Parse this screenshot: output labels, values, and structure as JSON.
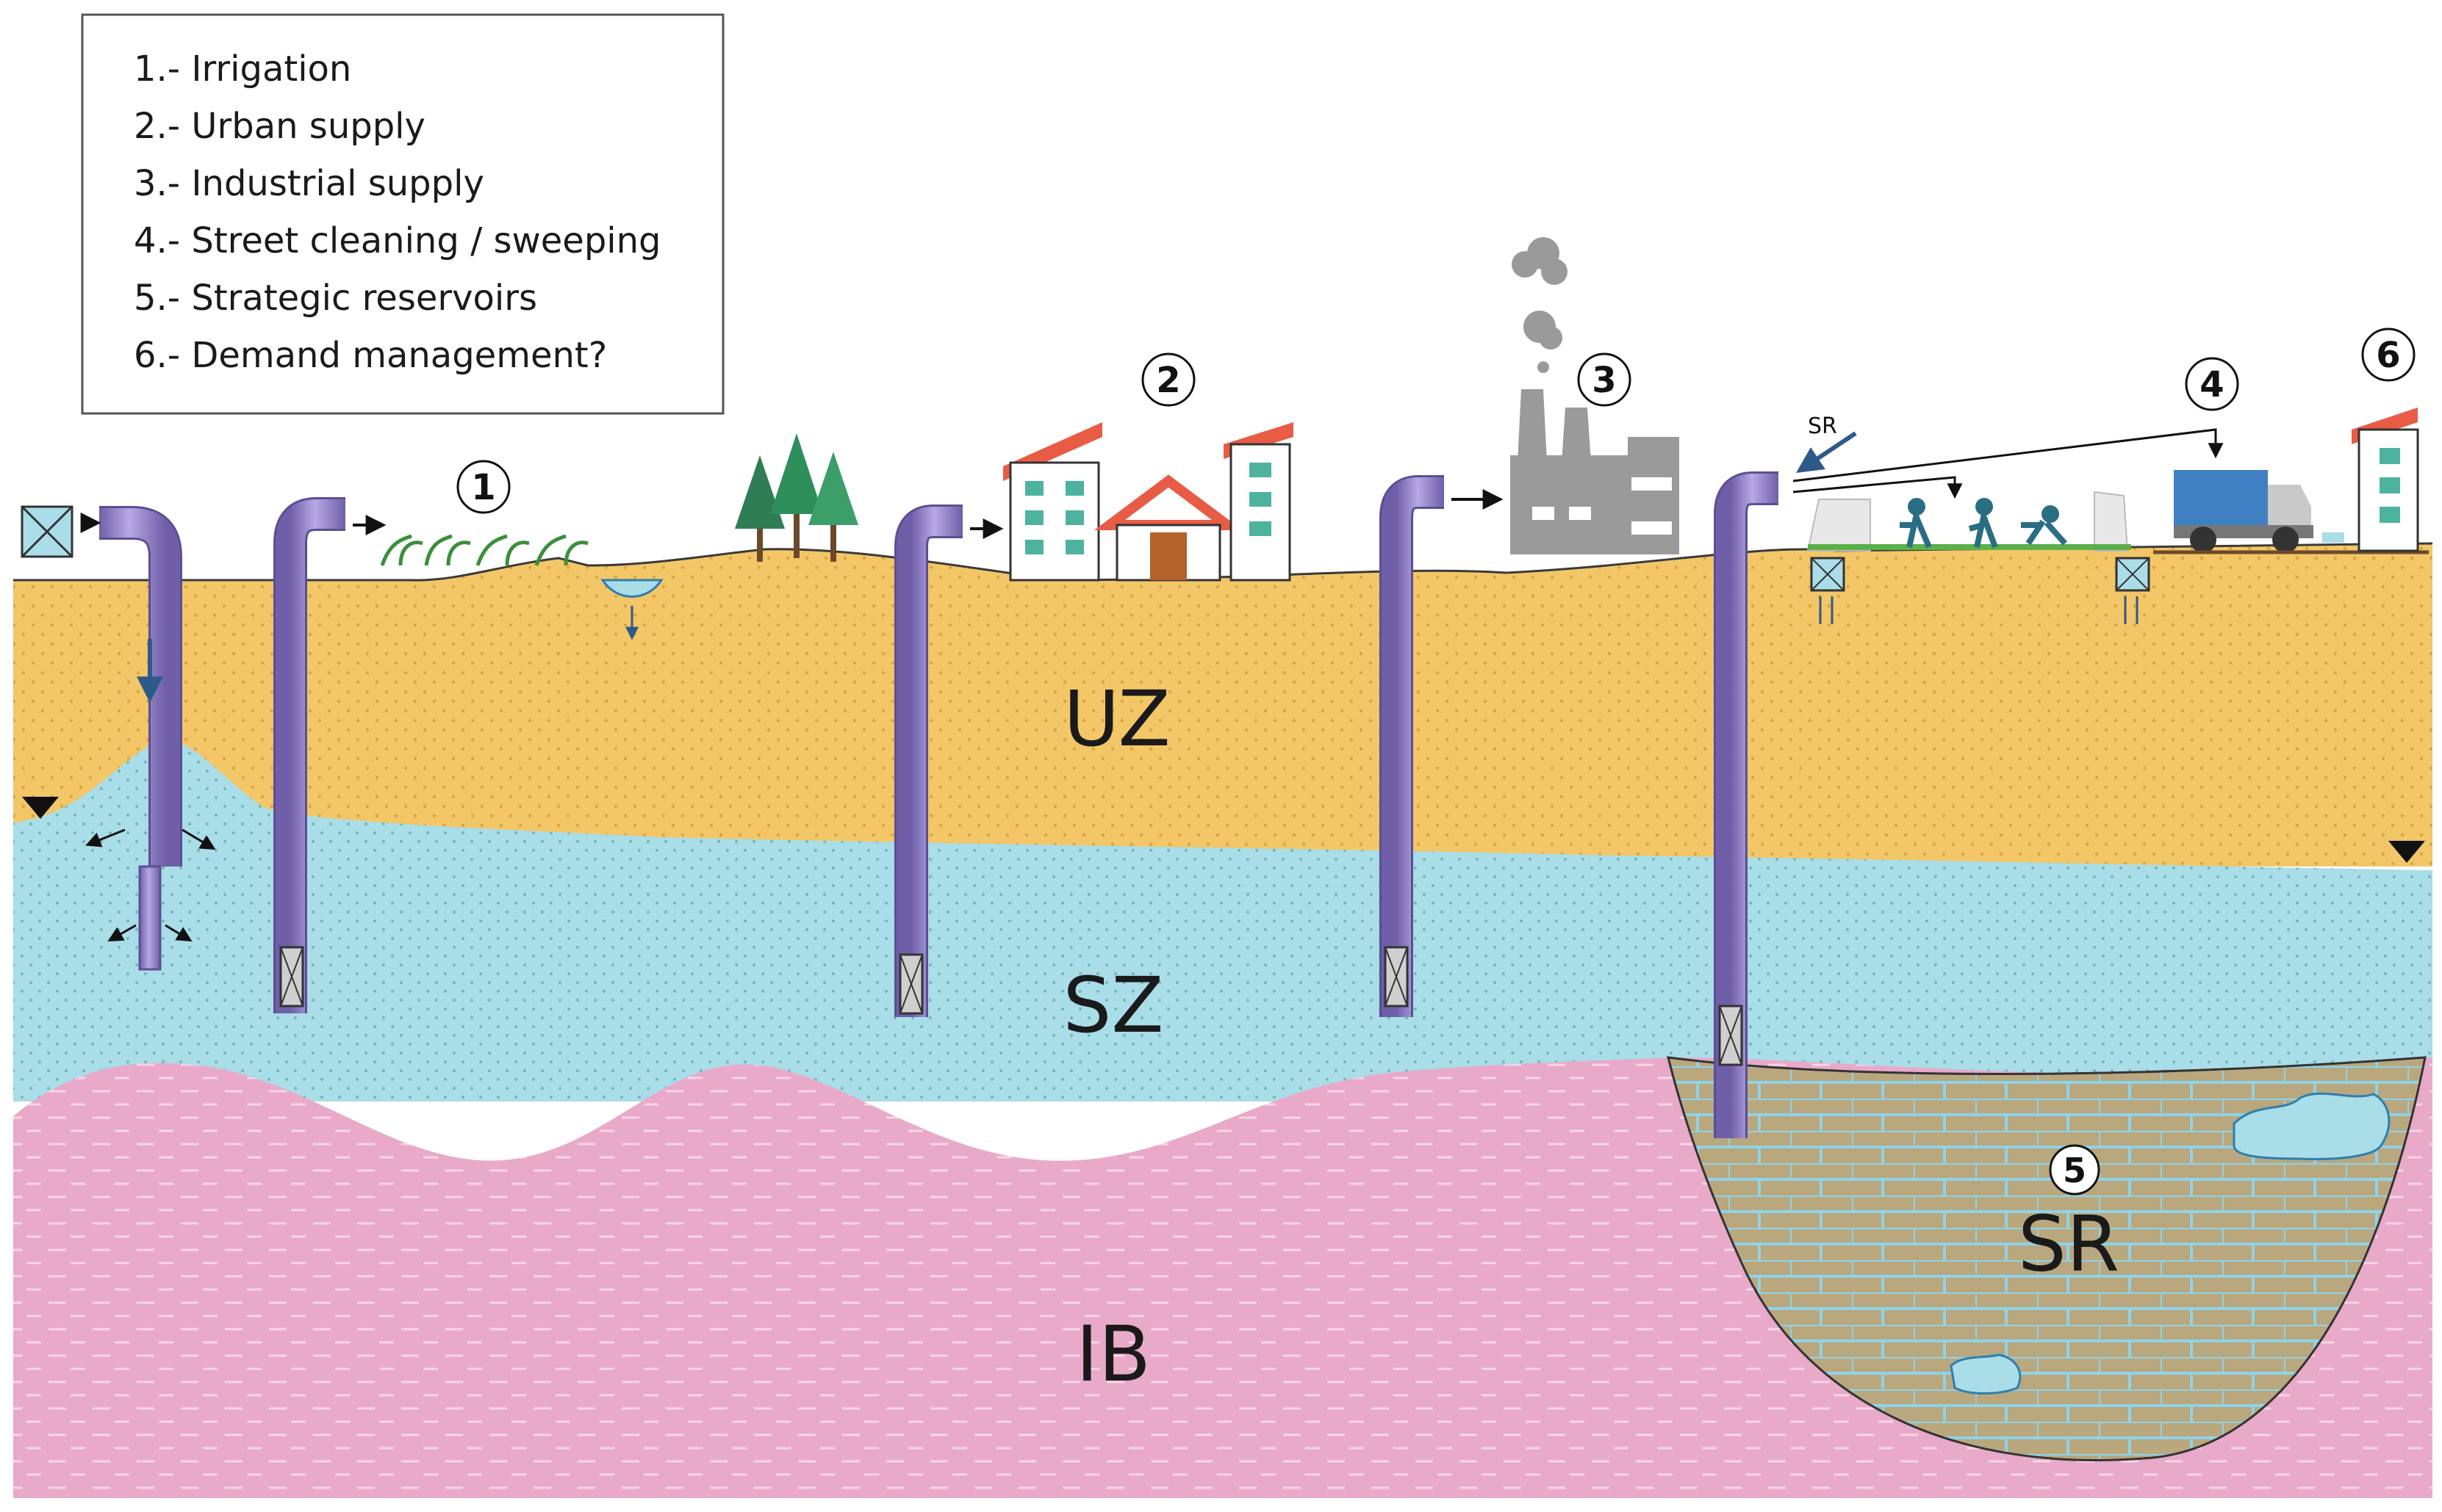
{
  "legend": {
    "items": [
      "1.-  Irrigation",
      "2.- Urban supply",
      "3.- Industrial supply",
      "4.- Street cleaning / sweeping",
      "5.- Strategic reservoirs",
      "6.- Demand management?"
    ]
  },
  "zones": {
    "uz": "UZ",
    "sz": "SZ",
    "ib": "IB",
    "sr": "SR"
  },
  "markers": [
    "1",
    "2",
    "3",
    "4",
    "5",
    "6"
  ],
  "sr_arrow_label": "SR",
  "colors": {
    "uz": "#F3C667",
    "sz": "#A9DDE8",
    "ib": "#E9A9C9",
    "sr": "#B9A77E",
    "pipe": "#8E7FC6",
    "roof": "#E85B45",
    "factory": "#9A9A9A",
    "truck": "#3F80C2",
    "water_arrow": "#2E5A8A"
  }
}
